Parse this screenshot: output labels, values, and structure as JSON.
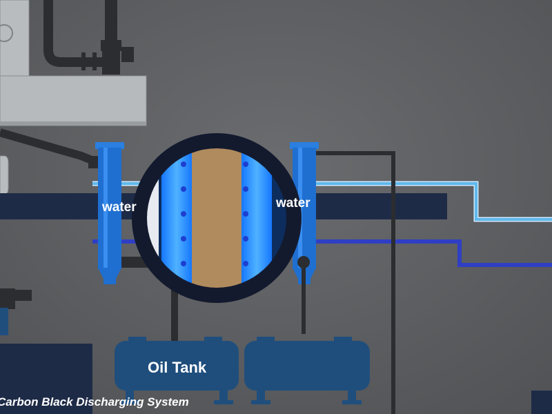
{
  "labels": {
    "water_left": "water",
    "water_right": "water",
    "oil_tank": "Oil Tank",
    "caption": "Carbon Black Discharging System"
  },
  "colors": {
    "background": "#5f6164",
    "machine_body": "#b9bcbf",
    "dark_pipe": "#2b2d30",
    "navy_duct": "#1e2b47",
    "cyan_pipe": "#5fb8ea",
    "blue_pipe": "#2f3fc4",
    "condenser_blue": "#1f6fd1",
    "tank_fill": "#1f4e7d",
    "carbon_fill": "#b08b5e",
    "water_glow": "#2a8dff",
    "viewport_ring": "#131a2e"
  }
}
